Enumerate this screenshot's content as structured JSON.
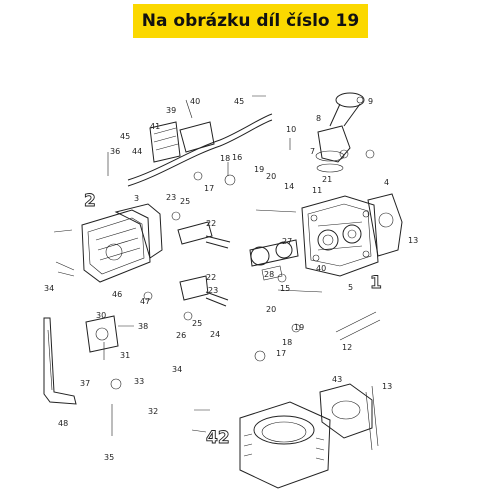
{
  "banner": {
    "title": "Na obrázku díl číslo 19",
    "background": "#fbd800"
  },
  "callouts": {
    "n1": "1",
    "n2": "2",
    "n3": "3",
    "n4": "4",
    "n5": "5",
    "n7": "7",
    "n8": "8",
    "n9": "9",
    "n10": "10",
    "n11": "11",
    "n12": "12",
    "n13a": "13",
    "n13b": "13",
    "n14": "14",
    "n15": "15",
    "n16": "16",
    "n17a": "17",
    "n17b": "17",
    "n18a": "18",
    "n18b": "18",
    "n19a": "19",
    "n19b": "19",
    "n20a": "20",
    "n20b": "20",
    "n21": "21",
    "n22a": "22",
    "n22b": "22",
    "n23a": "23",
    "n23b": "23",
    "n24": "24",
    "n25a": "25",
    "n25b": "25",
    "n26": "26",
    "n27": "27",
    "n28": "28",
    "n30": "30",
    "n31": "31",
    "n32": "32",
    "n33": "33",
    "n34a": "34",
    "n34b": "34",
    "n35": "35",
    "n36": "36",
    "n37": "37",
    "n38": "38",
    "n39": "39",
    "n40a": "40",
    "n40b": "40",
    "n41": "41",
    "n42": "42",
    "n43": "43",
    "n44": "44",
    "n45a": "45",
    "n45b": "45",
    "n46": "46",
    "n47": "47",
    "n48": "48"
  }
}
